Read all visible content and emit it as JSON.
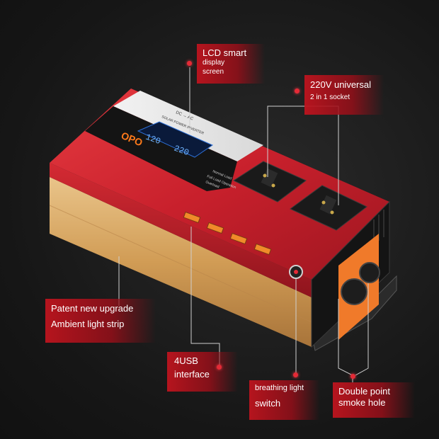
{
  "callouts": {
    "lcd": {
      "line1": "LCD smart",
      "line2": "display",
      "line3": "screen"
    },
    "socket": {
      "line1": "220V universal",
      "line2": "2 in 1 socket"
    },
    "light_strip": {
      "line1": "Patent new upgrade",
      "line2": "Ambient light strip"
    },
    "usb": {
      "line1": "4USB",
      "line2": "interface"
    },
    "switch": {
      "line1": "breathing light",
      "line2": "switch"
    },
    "smoke": {
      "line1": "Double point",
      "line2": "smoke hole"
    }
  },
  "device": {
    "brand": "OPO",
    "panel_line1": "DC → AC",
    "panel_line2": "SOLAR POWER INVERTER",
    "lcd_value_1": "120",
    "lcd_value_2": "220",
    "status_1": "Normal Load",
    "status_2": "Full Load Operation",
    "status_3": "Overload"
  },
  "colors": {
    "accent": "#d01f2a",
    "body_red": "#c8202c",
    "gold": "#d8a860",
    "background": "#161616"
  }
}
